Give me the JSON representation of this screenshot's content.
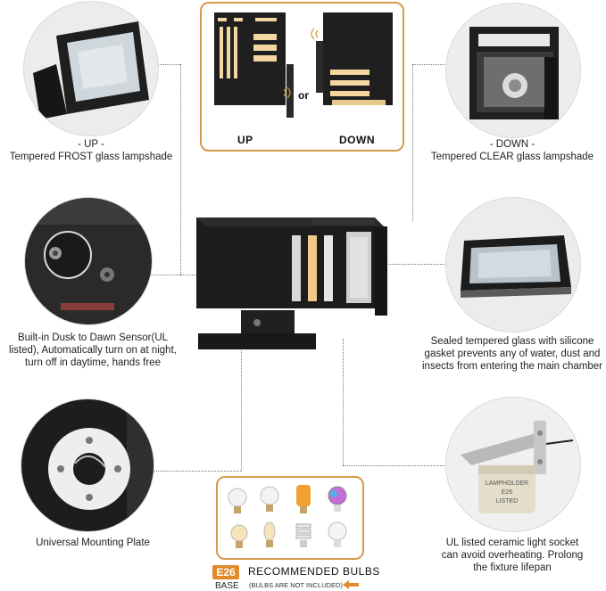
{
  "top_panel": {
    "left_label": "UP",
    "or_label": "or",
    "right_label": "DOWN"
  },
  "features": [
    {
      "id": "up-glass",
      "heading": "- UP -",
      "text": "Tempered FROST glass lampshade"
    },
    {
      "id": "down-glass",
      "heading": "- DOWN -",
      "text": "Tempered CLEAR glass lampshade"
    },
    {
      "id": "sensor",
      "lines": [
        "Built-in Dusk to Dawn Sensor(UL",
        "listed), Automatically turn on at night,",
        "turn off in daytime, hands free"
      ]
    },
    {
      "id": "gasket",
      "lines": [
        "Sealed tempered glass with silicone",
        "gasket prevents any of water, dust and",
        "insects from entering the main chamber"
      ]
    },
    {
      "id": "plate",
      "lines": [
        "Universal Mounting Plate"
      ]
    },
    {
      "id": "socket",
      "lines": [
        "UL listed ceramic light socket",
        "can avoid overheating. Prolong",
        "the fixture lifepan"
      ]
    }
  ],
  "bulbs": {
    "badge": "E26",
    "base": "BASE",
    "title": "RECOMMENDED BULBS",
    "note": "(BULBS ARE NOT INCLUDED)"
  },
  "socket_label": [
    "LAMPHOLDER",
    "E26",
    "LISTED"
  ],
  "colors": {
    "accent": "#e08a2c",
    "frame": "#d69a4b",
    "fixture": "#1e1e1e",
    "glass_warm": "#f3d6a0"
  }
}
